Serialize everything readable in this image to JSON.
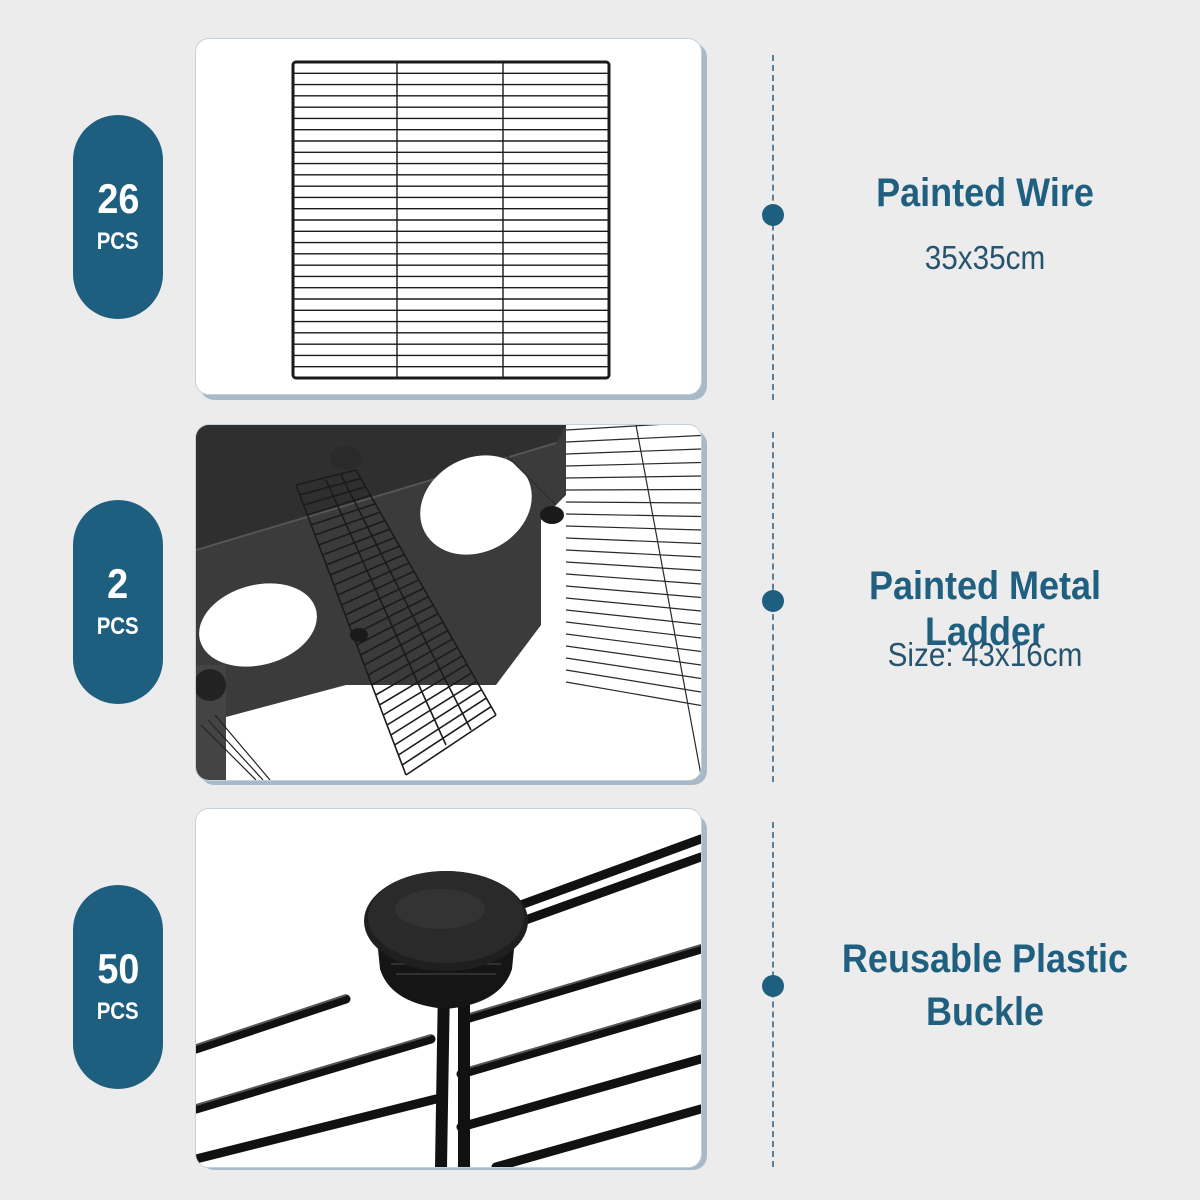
{
  "theme": {
    "accent": "#1e5f80",
    "title_color": "#1f5f7f",
    "page_background": "#ececec"
  },
  "items": [
    {
      "count": "26",
      "unit": "PCS",
      "title": "Painted Wire",
      "subtitle": "35x35cm",
      "image": "wire-panel-icon"
    },
    {
      "count": "2",
      "unit": "PCS",
      "title": "Painted Metal Ladder",
      "subtitle": "Size: 43x16cm",
      "image": "ladder-icon"
    },
    {
      "count": "50",
      "unit": "PCS",
      "title_lines": [
        "Reusable Plastic",
        "Buckle"
      ],
      "image": "buckle-icon"
    }
  ]
}
